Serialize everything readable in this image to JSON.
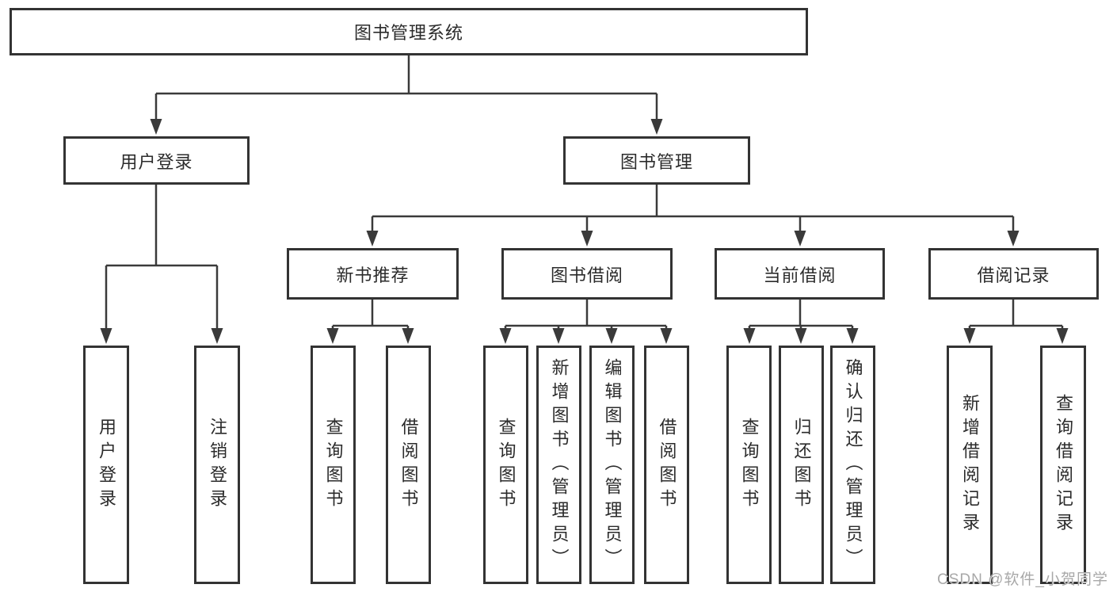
{
  "diagram_title": "图书管理系统",
  "tree": {
    "root": {
      "label": "图书管理系统"
    },
    "level1": [
      {
        "label": "用户登录",
        "parent": "图书管理系统"
      },
      {
        "label": "图书管理",
        "parent": "图书管理系统"
      }
    ],
    "level2": [
      {
        "label": "新书推荐",
        "parent": "图书管理"
      },
      {
        "label": "图书借阅",
        "parent": "图书管理"
      },
      {
        "label": "当前借阅",
        "parent": "图书管理"
      },
      {
        "label": "借阅记录",
        "parent": "图书管理"
      }
    ],
    "leaves": [
      {
        "label": "用户登录",
        "parent": "用户登录"
      },
      {
        "label": "注销登录",
        "parent": "用户登录"
      },
      {
        "label": "查询图书",
        "parent": "新书推荐"
      },
      {
        "label": "借阅图书",
        "parent": "新书推荐"
      },
      {
        "label": "查询图书",
        "parent": "图书借阅"
      },
      {
        "label": "新增图书（管理员）",
        "parent": "图书借阅"
      },
      {
        "label": "编辑图书（管理员）",
        "parent": "图书借阅"
      },
      {
        "label": "借阅图书",
        "parent": "图书借阅"
      },
      {
        "label": "查询图书",
        "parent": "当前借阅"
      },
      {
        "label": "归还图书",
        "parent": "当前借阅"
      },
      {
        "label": "确认归还（管理员）",
        "parent": "当前借阅"
      },
      {
        "label": "新增借阅记录",
        "parent": "借阅记录"
      },
      {
        "label": "查询借阅记录",
        "parent": "借阅记录"
      }
    ]
  },
  "watermark": {
    "text": "CSDN @软件_小贺同学"
  },
  "colors": {
    "line": "#3a3a3a",
    "box_border": "#333333",
    "box_background": "#ffffff",
    "text": "#2b2b2b",
    "page_background": "#ffffff",
    "watermark": "#a8a8a8"
  }
}
